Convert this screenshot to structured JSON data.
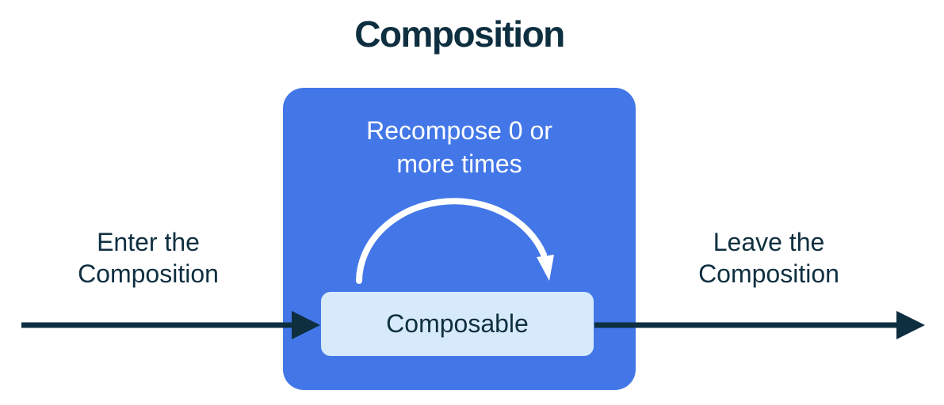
{
  "diagram": {
    "title": "Composition",
    "left_label": "Enter the\nComposition",
    "right_label": "Leave the\nComposition",
    "blue_box": {
      "recompose_label": "Recompose 0 or\nmore times",
      "composable_label": "Composable"
    },
    "icons": {
      "enter_arrow": "right-arrow",
      "leave_arrow": "right-arrow",
      "recompose_arrow": "curved-loop-arrow"
    },
    "colors": {
      "blue": "#4377E8",
      "light_blue": "#D7EAFB",
      "dark": "#0E2F40",
      "white": "#FFFFFF"
    }
  }
}
